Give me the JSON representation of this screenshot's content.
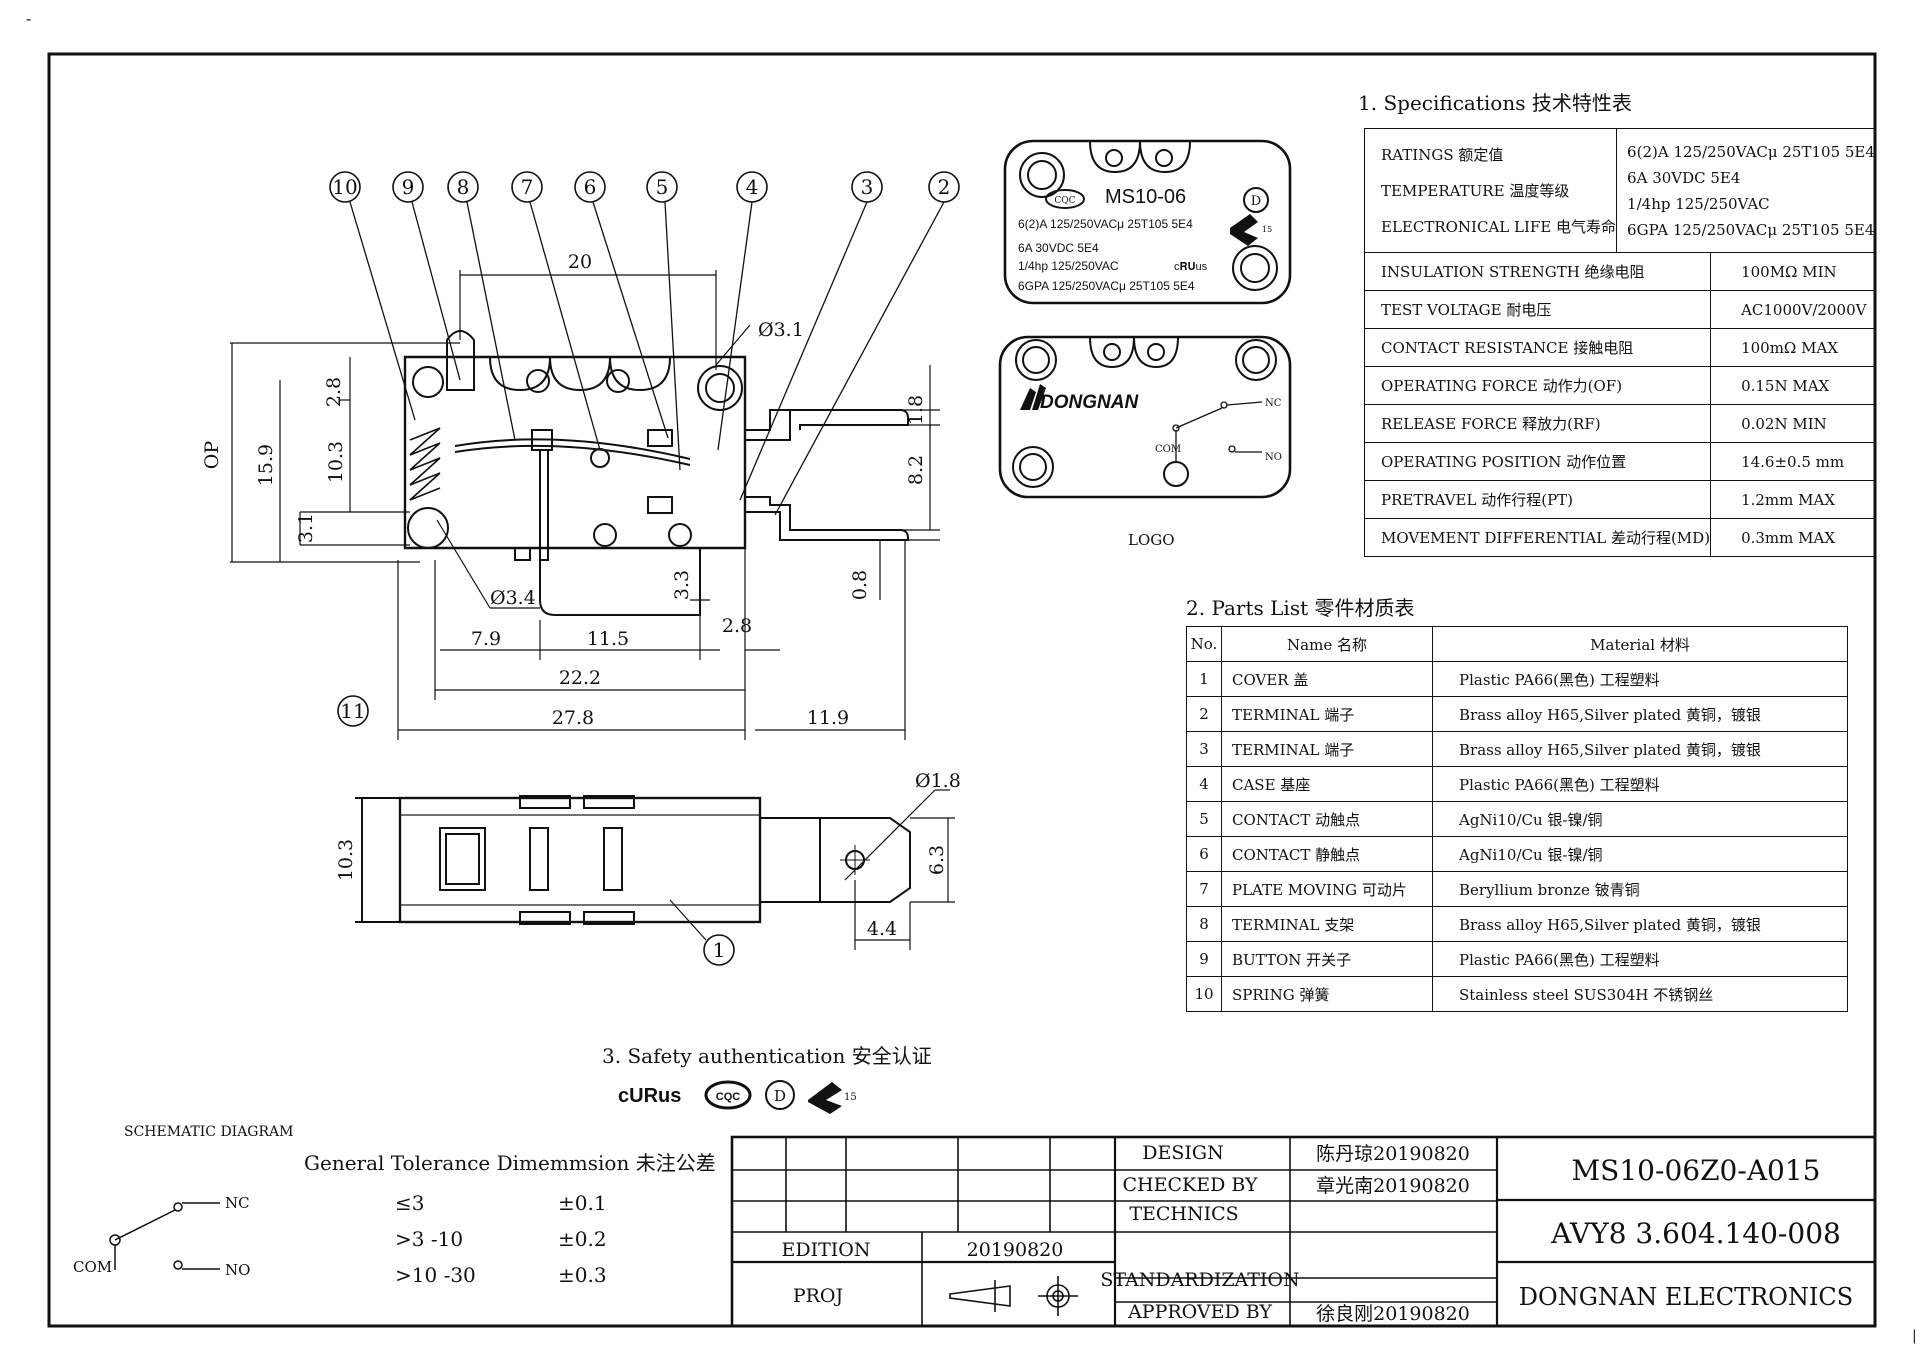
{
  "dash_top": "-",
  "spec": {
    "title": "1. Specifications  技术特性表",
    "rating_labels": [
      "RATINGS 额定值",
      "TEMPERATURE 温度等级",
      "ELECTRONICAL LIFE 电气寿命"
    ],
    "rating_values": [
      "6(2)A 125/250VACμ 25T105 5E4",
      "6A 30VDC  5E4",
      "1/4hp 125/250VAC",
      "6GPA 125/250VACμ 25T105 5E4"
    ],
    "rows": [
      {
        "label": "INSULATION STRENGTH 绝缘电阻",
        "value": "100MΩ MIN"
      },
      {
        "label": "TEST VOLTAGE 耐电压",
        "value": "AC1000V/2000V"
      },
      {
        "label": "CONTACT RESISTANCE 接触电阻",
        "value": "100mΩ MAX"
      },
      {
        "label": "OPERATING FORCE 动作力(OF)",
        "value": "0.15N MAX"
      },
      {
        "label": "RELEASE FORCE 释放力(RF)",
        "value": "0.02N MIN"
      },
      {
        "label": "OPERATING POSITION 动作位置",
        "value": "14.6±0.5 mm"
      },
      {
        "label": "PRETRAVEL 动作行程(PT)",
        "value": "1.2mm MAX"
      },
      {
        "label": "MOVEMENT DIFFERENTIAL 差动行程(MD)",
        "value": "0.3mm MAX"
      }
    ]
  },
  "parts": {
    "title": "2. Parts List  零件材质表",
    "headers": [
      "No.",
      "Name 名称",
      "Material 材料"
    ],
    "rows": [
      {
        "no": "1",
        "name": "COVER 盖",
        "material": "Plastic PA66(黑色)     工程塑料"
      },
      {
        "no": "2",
        "name": "TERMINAL  端子",
        "material": "Brass alloy H65,Silver plated  黄铜，镀银"
      },
      {
        "no": "3",
        "name": "TERMINAL  端子",
        "material": "Brass alloy H65,Silver plated  黄铜，镀银"
      },
      {
        "no": "4",
        "name": "CASE 基座",
        "material": "Plastic PA66(黑色)     工程塑料"
      },
      {
        "no": "5",
        "name": "CONTACT 动触点",
        "material": "AgNi10/Cu  银-镍/铜"
      },
      {
        "no": "6",
        "name": "CONTACT 静触点",
        "material": "AgNi10/Cu  银-镍/铜"
      },
      {
        "no": "7",
        "name": "PLATE MOVING 可动片",
        "material": "Beryllium bronze     铍青铜"
      },
      {
        "no": "8",
        "name": "TERMINAL  支架",
        "material": "Brass alloy H65,Silver plated  黄铜，镀银"
      },
      {
        "no": "9",
        "name": "BUTTON 开关子",
        "material": "Plastic PA66(黑色)     工程塑料"
      },
      {
        "no": "10",
        "name": "SPRING 弹簧",
        "material": "Stainless steel SUS304H 不锈钢丝"
      }
    ]
  },
  "safety": {
    "title": "3. Safety authentication  安全认证",
    "marks": [
      "cURus",
      "CQC",
      "D",
      "ENEC 15"
    ]
  },
  "schematic": {
    "title": "SCHEMATIC DIAGRAM",
    "nc": "NC",
    "no": "NO",
    "com": "COM"
  },
  "tolerance": {
    "title": "General Tolerance Dimemmsion 未注公差",
    "rows": [
      {
        "range": "≤3",
        "tol": "±0.1"
      },
      {
        "range": ">3 -10",
        "tol": "±0.2"
      },
      {
        "range": ">10 -30",
        "tol": "±0.3"
      }
    ]
  },
  "title_block": {
    "design_label": "DESIGN",
    "design_value": "陈丹琼20190820",
    "checked_label": "CHECKED BY",
    "checked_value": "章光南20190820",
    "technics_label": "TECHNICS",
    "edition_label": "EDITION",
    "edition_value": "20190820",
    "proj_label": "PROJ",
    "standard_label": "STANDARDIZATION",
    "approved_label": "APPROVED BY",
    "approved_value": "徐良刚20190820",
    "part_no": "MS10-06Z0-A015",
    "drawing_no": "AVY8 3.604.140-008",
    "company": "DONGNAN ELECTRONICS"
  },
  "label_top": {
    "model": "MS10-06",
    "cqc": "CQC",
    "lines": [
      "6(2)A 125/250VACμ  25T105 5E4",
      "6A 30VDC  5E4",
      "1/4hp 125/250VAC",
      "6GPA 125/250VACμ  25T105 5E4"
    ],
    "d_mark": "D",
    "enec": "15"
  },
  "label_logo": {
    "brand": "DONGNAN",
    "nc": "NC",
    "no": "NO",
    "com": "COM",
    "caption": "LOGO"
  },
  "dims": {
    "balloons_top": [
      "10",
      "9",
      "8",
      "7",
      "6",
      "5",
      "4",
      "3",
      "2"
    ],
    "balloon_11": "11",
    "balloon_1": "1",
    "d20": "20",
    "d31": "Ø3.1",
    "d28": "2.8",
    "d103": "10.3",
    "d159": "15.9",
    "dop": "OP",
    "d31v": "3.1",
    "d18": "1.8",
    "d82": "8.2",
    "d34": "Ø3.4",
    "d33": "3.3",
    "d08": "0.8",
    "d79": "7.9",
    "d115": "11.5",
    "d28b": "2.8",
    "d222": "22.2",
    "d278": "27.8",
    "d119": "11.9",
    "d18b": "Ø1.8",
    "d103b": "10.3",
    "d63": "6.3",
    "d44": "4.4"
  }
}
